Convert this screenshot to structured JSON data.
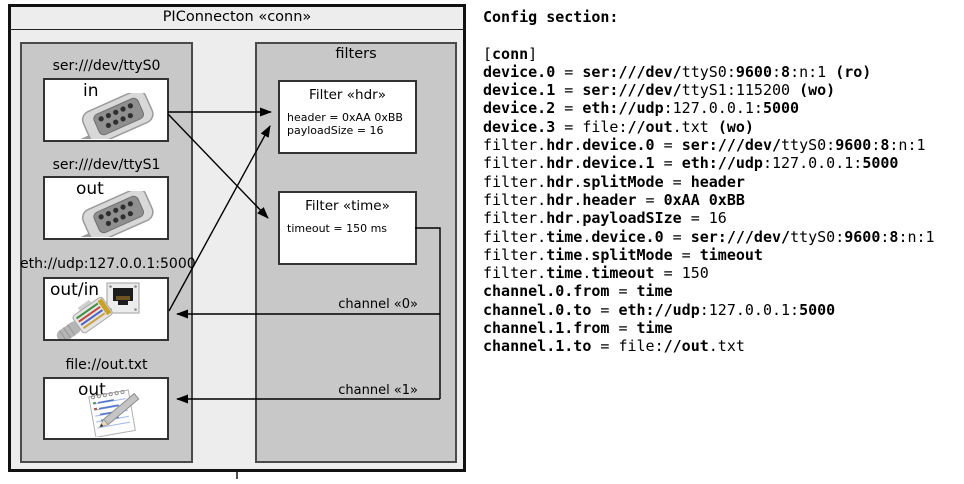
{
  "diagram": {
    "title": "PIConnecton «conn»",
    "filters_title": "filters",
    "devices": [
      {
        "label": "ser:///dev/ttyS0",
        "port": "in",
        "icon": "serial-db9-icon"
      },
      {
        "label": "ser:///dev/ttyS1",
        "port": "out",
        "icon": "serial-db9-icon"
      },
      {
        "label": "eth://udp:127.0.0.1:5000",
        "port": "out/in",
        "icon": "ethernet-rj45-icon"
      },
      {
        "label": "file://out.txt",
        "port": "out",
        "icon": "notepad-pencil-icon"
      }
    ],
    "filters": [
      {
        "title": "Filter «hdr»",
        "properties": [
          "header = 0xAA 0xBB",
          "payloadSize = 16"
        ]
      },
      {
        "title": "Filter «time»",
        "properties": [
          "timeout = 150 ms"
        ]
      }
    ],
    "channels": [
      {
        "label": "channel «0»"
      },
      {
        "label": "channel «1»"
      }
    ]
  },
  "config": {
    "heading": "Config section:",
    "lines": [
      [
        [
          "[",
          0
        ],
        [
          "conn",
          1
        ],
        [
          "]",
          0
        ]
      ],
      [
        [
          "device.0",
          1
        ],
        [
          " = ",
          0
        ],
        [
          "ser:///dev/",
          1
        ],
        [
          "ttyS0:",
          0
        ],
        [
          "9600",
          1
        ],
        [
          ":",
          0
        ],
        [
          "8",
          1
        ],
        [
          ":n:1 ",
          0
        ],
        [
          "(ro)",
          1
        ]
      ],
      [
        [
          "device.1",
          1
        ],
        [
          " = ",
          0
        ],
        [
          "ser:///dev/",
          1
        ],
        [
          "ttyS1:115200 ",
          0
        ],
        [
          "(wo)",
          1
        ]
      ],
      [
        [
          "device.2",
          1
        ],
        [
          " = ",
          0
        ],
        [
          "eth://udp",
          1
        ],
        [
          ":127.0.0.1:",
          0
        ],
        [
          "5000",
          1
        ]
      ],
      [
        [
          "device.3",
          1
        ],
        [
          " = ",
          0
        ],
        [
          "file:",
          0
        ],
        [
          "//out",
          1
        ],
        [
          ".txt ",
          0
        ],
        [
          "(wo)",
          1
        ]
      ],
      [
        [
          "filter.",
          0
        ],
        [
          "hdr",
          1
        ],
        [
          ".",
          0
        ],
        [
          "device.0",
          1
        ],
        [
          " = ",
          0
        ],
        [
          "ser:///dev/",
          1
        ],
        [
          "ttyS0:",
          0
        ],
        [
          "9600",
          1
        ],
        [
          ":",
          0
        ],
        [
          "8",
          1
        ],
        [
          ":n:1",
          0
        ]
      ],
      [
        [
          "filter.",
          0
        ],
        [
          "hdr",
          1
        ],
        [
          ".",
          0
        ],
        [
          "device.1",
          1
        ],
        [
          " = ",
          0
        ],
        [
          "eth://udp",
          1
        ],
        [
          ":127.0.0.1:",
          0
        ],
        [
          "5000",
          1
        ]
      ],
      [
        [
          "filter.",
          0
        ],
        [
          "hdr",
          1
        ],
        [
          ".",
          0
        ],
        [
          "splitMode",
          1
        ],
        [
          " = ",
          0
        ],
        [
          "header",
          1
        ]
      ],
      [
        [
          "filter.",
          0
        ],
        [
          "hdr",
          1
        ],
        [
          ".",
          0
        ],
        [
          "header",
          1
        ],
        [
          " = ",
          0
        ],
        [
          "0xAA 0xBB",
          1
        ]
      ],
      [
        [
          "filter.",
          0
        ],
        [
          "hdr",
          1
        ],
        [
          ".",
          0
        ],
        [
          "payloadSIze",
          1
        ],
        [
          " = ",
          0
        ],
        [
          "16",
          0
        ]
      ],
      [
        [
          "filter.",
          0
        ],
        [
          "time",
          1
        ],
        [
          ".",
          0
        ],
        [
          "device.0",
          1
        ],
        [
          " = ",
          0
        ],
        [
          "ser:///dev/",
          1
        ],
        [
          "ttyS0:",
          0
        ],
        [
          "9600",
          1
        ],
        [
          ":",
          0
        ],
        [
          "8",
          1
        ],
        [
          ":n:1",
          0
        ]
      ],
      [
        [
          "filter.",
          0
        ],
        [
          "time",
          1
        ],
        [
          ".",
          0
        ],
        [
          "splitMode",
          1
        ],
        [
          " = ",
          0
        ],
        [
          "timeout",
          1
        ]
      ],
      [
        [
          "filter.",
          0
        ],
        [
          "time",
          1
        ],
        [
          ".",
          0
        ],
        [
          "timeout",
          1
        ],
        [
          " = ",
          0
        ],
        [
          "150",
          0
        ]
      ],
      [
        [
          "channel.0.from",
          1
        ],
        [
          " = ",
          0
        ],
        [
          "time",
          1
        ]
      ],
      [
        [
          "channel.0.to",
          1
        ],
        [
          " = ",
          0
        ],
        [
          "eth://udp",
          1
        ],
        [
          ":127.0.0.1:",
          0
        ],
        [
          "5000",
          1
        ]
      ],
      [
        [
          "channel.1.from",
          1
        ],
        [
          " = ",
          0
        ],
        [
          "time",
          1
        ]
      ],
      [
        [
          "channel.1.to",
          1
        ],
        [
          " = ",
          0
        ],
        [
          "file:",
          0
        ],
        [
          "//out",
          1
        ],
        [
          ".txt",
          0
        ]
      ]
    ]
  }
}
